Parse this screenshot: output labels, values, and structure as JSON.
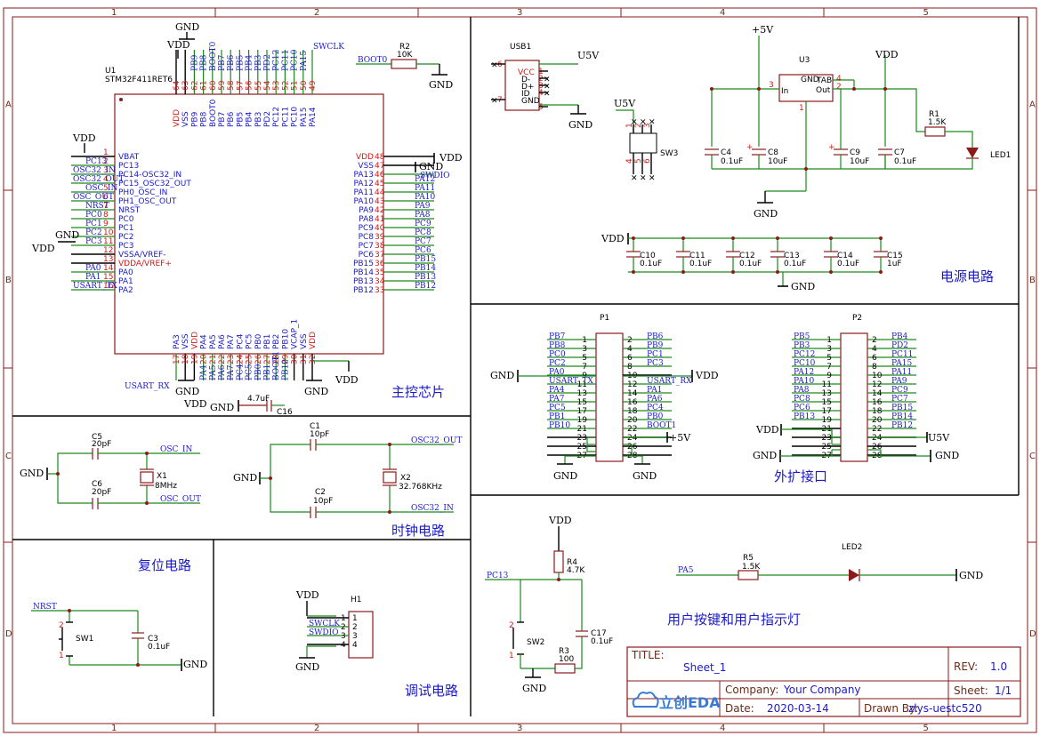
{
  "frame": {
    "cols": [
      "1",
      "2",
      "3",
      "4",
      "5"
    ],
    "rows": [
      "A",
      "B",
      "C",
      "D"
    ]
  },
  "power": {
    "gnd": "GND",
    "vdd": "VDD",
    "u5v": "U5V",
    "p5v": "+5V"
  },
  "blocks": {
    "mcu": "主控芯片",
    "power": "电源电路",
    "clock": "时钟电路",
    "expansion": "外扩接口",
    "reset": "复位电路",
    "debug": "调试电路",
    "user": "用户按键和用户指示灯"
  },
  "u1": {
    "ref": "U1",
    "part": "STM32F411RET6",
    "left_pins": [
      {
        "num": "1",
        "name": "VBAT",
        "net": "",
        "red": false
      },
      {
        "num": "2",
        "name": "PC13",
        "net": "PC13",
        "red": false
      },
      {
        "num": "3",
        "name": "PC14-OSC32_IN",
        "net": "OSC32_IN",
        "red": false
      },
      {
        "num": "4",
        "name": "PC15_OSC32_OUT",
        "net": "OSC32_OUT",
        "red": false
      },
      {
        "num": "5",
        "name": "PH0_OSC_IN",
        "net": "OSC_IN",
        "red": false
      },
      {
        "num": "6",
        "name": "PH1_OSC_OUT",
        "net": "OSC_OUT",
        "red": false
      },
      {
        "num": "7",
        "name": "NRST",
        "net": "NRST",
        "red": false
      },
      {
        "num": "8",
        "name": "PC0",
        "net": "PC0",
        "red": false
      },
      {
        "num": "9",
        "name": "PC1",
        "net": "PC1",
        "red": false
      },
      {
        "num": "10",
        "name": "PC2",
        "net": "PC2",
        "red": false
      },
      {
        "num": "11",
        "name": "PC3",
        "net": "PC3",
        "red": false
      },
      {
        "num": "12",
        "name": "VSSA/VREF-",
        "net": "",
        "red": false
      },
      {
        "num": "13",
        "name": "VDDA/VREF+",
        "net": "",
        "red": true
      },
      {
        "num": "14",
        "name": "PA0",
        "net": "PA0",
        "red": false
      },
      {
        "num": "15",
        "name": "PA1",
        "net": "PA1",
        "red": false
      },
      {
        "num": "16",
        "name": "PA2",
        "net": "USART_TX",
        "red": false
      }
    ],
    "right_pins": [
      {
        "num": "48",
        "name": "VDD",
        "net": "",
        "red": true
      },
      {
        "num": "47",
        "name": "VSS",
        "net": "",
        "red": false
      },
      {
        "num": "46",
        "name": "PA13",
        "net": "SWDIO",
        "red": false
      },
      {
        "num": "45",
        "name": "PA12",
        "net": "PA12",
        "red": false
      },
      {
        "num": "44",
        "name": "PA11",
        "net": "PA11",
        "red": false
      },
      {
        "num": "43",
        "name": "PA10",
        "net": "PA10",
        "red": false
      },
      {
        "num": "42",
        "name": "PA9",
        "net": "PA9",
        "red": false
      },
      {
        "num": "41",
        "name": "PA8",
        "net": "PA8",
        "red": false
      },
      {
        "num": "40",
        "name": "PC9",
        "net": "PC9",
        "red": false
      },
      {
        "num": "39",
        "name": "PC8",
        "net": "PC8",
        "red": false
      },
      {
        "num": "38",
        "name": "PC7",
        "net": "PC7",
        "red": false
      },
      {
        "num": "37",
        "name": "PC6",
        "net": "PC6",
        "red": false
      },
      {
        "num": "36",
        "name": "PB15",
        "net": "PB15",
        "red": false
      },
      {
        "num": "35",
        "name": "PB14",
        "net": "PB14",
        "red": false
      },
      {
        "num": "34",
        "name": "PB13",
        "net": "PB13",
        "red": false
      },
      {
        "num": "33",
        "name": "PB12",
        "net": "PB12",
        "red": false
      }
    ],
    "top_pins": [
      {
        "num": "64",
        "name": "VDD",
        "net": "",
        "red": true
      },
      {
        "num": "63",
        "name": "VSS",
        "net": "",
        "red": false
      },
      {
        "num": "62",
        "name": "PB9",
        "net": "PB9",
        "red": false
      },
      {
        "num": "61",
        "name": "PB8",
        "net": "PB8",
        "red": false
      },
      {
        "num": "60",
        "name": "BOOT0",
        "net": "BOOT0",
        "red": false
      },
      {
        "num": "59",
        "name": "PB7",
        "net": "PB7",
        "red": false
      },
      {
        "num": "58",
        "name": "PB6",
        "net": "PB6",
        "red": false
      },
      {
        "num": "57",
        "name": "PB5",
        "net": "PB5",
        "red": false
      },
      {
        "num": "56",
        "name": "PB4",
        "net": "PB4",
        "red": false
      },
      {
        "num": "55",
        "name": "PB3",
        "net": "PB3",
        "red": false
      },
      {
        "num": "54",
        "name": "PD2",
        "net": "PD2",
        "red": false
      },
      {
        "num": "53",
        "name": "PC12",
        "net": "PC12",
        "red": false
      },
      {
        "num": "52",
        "name": "PC11",
        "net": "PC11",
        "red": false
      },
      {
        "num": "51",
        "name": "PC10",
        "net": "PC10",
        "red": false
      },
      {
        "num": "50",
        "name": "PA15",
        "net": "PA15",
        "red": false
      },
      {
        "num": "49",
        "name": "PA14",
        "net": "SWCLK",
        "red": false
      }
    ],
    "bottom_pins": [
      {
        "num": "17",
        "name": "PA3",
        "net": "USART_RX",
        "red": false
      },
      {
        "num": "18",
        "name": "VSS",
        "net": "",
        "red": false
      },
      {
        "num": "19",
        "name": "VDD",
        "net": "",
        "red": true
      },
      {
        "num": "20",
        "name": "PA4",
        "net": "PA4",
        "red": false
      },
      {
        "num": "21",
        "name": "PA5",
        "net": "PA5",
        "red": false
      },
      {
        "num": "22",
        "name": "PA6",
        "net": "PA6",
        "red": false
      },
      {
        "num": "23",
        "name": "PA7",
        "net": "PA7",
        "red": false
      },
      {
        "num": "24",
        "name": "PC4",
        "net": "PC4",
        "red": false
      },
      {
        "num": "25",
        "name": "PC5",
        "net": "PC5",
        "red": false
      },
      {
        "num": "26",
        "name": "PB0",
        "net": "PB0",
        "red": false
      },
      {
        "num": "27",
        "name": "PB1",
        "net": "PB1",
        "red": false
      },
      {
        "num": "28",
        "name": "PB2",
        "net": "BOOT1",
        "red": false
      },
      {
        "num": "29",
        "name": "PB10",
        "net": "PB10",
        "red": false
      },
      {
        "num": "30",
        "name": "VCAP_1",
        "net": "",
        "red": false
      },
      {
        "num": "31",
        "name": "VSS",
        "net": "",
        "red": false
      },
      {
        "num": "32",
        "name": "VDD",
        "net": "",
        "red": true
      }
    ],
    "c16": {
      "ref": "C16",
      "value": "4.7uF"
    },
    "boot0": {
      "net": "BOOT0",
      "ref": "R2",
      "value": "10K"
    }
  },
  "power_section": {
    "usb": {
      "ref": "USB1",
      "pins": [
        {
          "num": "6",
          "name": ""
        },
        {
          "num": "1",
          "name": "VCC"
        },
        {
          "num": "2",
          "name": "D-"
        },
        {
          "num": "3",
          "name": "D+"
        },
        {
          "num": "4",
          "name": "ID"
        },
        {
          "num": "7",
          "name": "GND"
        },
        {
          "num": "5",
          "name": ""
        }
      ],
      "net": "U5V"
    },
    "sw3": {
      "ref": "SW3",
      "net": "U5V",
      "pins": [
        "1",
        "2",
        "3",
        "4",
        "5",
        "6"
      ]
    },
    "u3": {
      "ref": "U3",
      "in_label": "In",
      "gnd_label": "GND",
      "tab_label": "TAB",
      "out_label": "Out",
      "pin_in": "3",
      "pin_gnd": "1",
      "pin_tab": "4",
      "pin_out": "2"
    },
    "caps": [
      {
        "ref": "C4",
        "value": "0.1uF"
      },
      {
        "ref": "C8",
        "value": "10uF"
      },
      {
        "ref": "C9",
        "value": "10uF"
      },
      {
        "ref": "C7",
        "value": "0.1uF"
      }
    ],
    "r1": {
      "ref": "R1",
      "value": "1.5K"
    },
    "led1": {
      "ref": "LED1"
    },
    "decoupling": [
      {
        "ref": "C10",
        "value": "0.1uF"
      },
      {
        "ref": "C11",
        "value": "0.1uF"
      },
      {
        "ref": "C12",
        "value": "0.1uF"
      },
      {
        "ref": "C13",
        "value": "0.1uF"
      },
      {
        "ref": "C14",
        "value": "0.1uF"
      },
      {
        "ref": "C15",
        "value": "1uF"
      }
    ]
  },
  "clock": {
    "c5": {
      "ref": "C5",
      "value": "20pF"
    },
    "c6": {
      "ref": "C6",
      "value": "20pF"
    },
    "x1": {
      "ref": "X1",
      "value": "8MHz"
    },
    "osc_in": "OSC_IN",
    "osc_out": "OSC_OUT",
    "c1": {
      "ref": "C1",
      "value": "10pF"
    },
    "c2": {
      "ref": "C2",
      "value": "10pF"
    },
    "x2": {
      "ref": "X2",
      "value": "32.768KHz"
    },
    "osc32_out": "OSC32_OUT",
    "osc32_in": "OSC32_IN"
  },
  "p1": {
    "ref": "P1",
    "left": [
      {
        "num": "1",
        "net": "PB7"
      },
      {
        "num": "3",
        "net": "PB8"
      },
      {
        "num": "5",
        "net": "PC0"
      },
      {
        "num": "7",
        "net": "PC2"
      },
      {
        "num": "9",
        "net": "PA0"
      },
      {
        "num": "11",
        "net": "USART_TX"
      },
      {
        "num": "13",
        "net": "PA4"
      },
      {
        "num": "15",
        "net": "PA7"
      },
      {
        "num": "17",
        "net": "PC5"
      },
      {
        "num": "19",
        "net": "PB1"
      },
      {
        "num": "21",
        "net": "PB10"
      },
      {
        "num": "23",
        "net": ""
      },
      {
        "num": "25",
        "net": ""
      },
      {
        "num": "27",
        "net": ""
      }
    ],
    "right": [
      {
        "num": "2",
        "net": "PB6"
      },
      {
        "num": "4",
        "net": "PB9"
      },
      {
        "num": "6",
        "net": "PC1"
      },
      {
        "num": "8",
        "net": "PC3"
      },
      {
        "num": "10",
        "net": ""
      },
      {
        "num": "12",
        "net": "USART_RX"
      },
      {
        "num": "14",
        "net": "PA1"
      },
      {
        "num": "16",
        "net": "PA6"
      },
      {
        "num": "18",
        "net": "PC4"
      },
      {
        "num": "20",
        "net": "PB0"
      },
      {
        "num": "22",
        "net": "BOOT1"
      },
      {
        "num": "24",
        "net": ""
      },
      {
        "num": "26",
        "net": ""
      },
      {
        "num": "28",
        "net": ""
      }
    ]
  },
  "p2": {
    "ref": "P2",
    "left": [
      {
        "num": "1",
        "net": "PB5"
      },
      {
        "num": "3",
        "net": "PB3"
      },
      {
        "num": "5",
        "net": "PC12"
      },
      {
        "num": "7",
        "net": "PC10"
      },
      {
        "num": "9",
        "net": "PA12"
      },
      {
        "num": "11",
        "net": "PA10"
      },
      {
        "num": "13",
        "net": "PA8"
      },
      {
        "num": "15",
        "net": "PC8"
      },
      {
        "num": "17",
        "net": "PC6"
      },
      {
        "num": "19",
        "net": "PB13"
      },
      {
        "num": "21",
        "net": ""
      },
      {
        "num": "23",
        "net": ""
      },
      {
        "num": "25",
        "net": ""
      },
      {
        "num": "27",
        "net": ""
      }
    ],
    "right": [
      {
        "num": "2",
        "net": "PB4"
      },
      {
        "num": "4",
        "net": "PD2"
      },
      {
        "num": "6",
        "net": "PC11"
      },
      {
        "num": "8",
        "net": "PA15"
      },
      {
        "num": "10",
        "net": "PA11"
      },
      {
        "num": "12",
        "net": "PA9"
      },
      {
        "num": "14",
        "net": "PC9"
      },
      {
        "num": "16",
        "net": "PC7"
      },
      {
        "num": "18",
        "net": "PB15"
      },
      {
        "num": "20",
        "net": "PB14"
      },
      {
        "num": "22",
        "net": "PB12"
      },
      {
        "num": "24",
        "net": ""
      },
      {
        "num": "26",
        "net": ""
      },
      {
        "num": "28",
        "net": ""
      }
    ]
  },
  "reset": {
    "net": "NRST",
    "sw": "SW1",
    "cap": {
      "ref": "C3",
      "value": "0.1uF"
    },
    "pins": [
      "2",
      "1"
    ]
  },
  "debug": {
    "ref": "H1",
    "pins": [
      {
        "num": "1",
        "net": ""
      },
      {
        "num": "2",
        "net": "SWCLK"
      },
      {
        "num": "3",
        "net": "SWDIO"
      },
      {
        "num": "4",
        "net": ""
      }
    ]
  },
  "user": {
    "net_pc13": "PC13",
    "r4": {
      "ref": "R4",
      "value": "4.7K"
    },
    "sw2": "SW2",
    "sw_pins": [
      "2",
      "1"
    ],
    "c17": {
      "ref": "C17",
      "value": "0.1uF"
    },
    "r3": {
      "ref": "R3",
      "value": "100"
    },
    "net_pa5": "PA5",
    "r5": {
      "ref": "R5",
      "value": "1.5K"
    },
    "led2": "LED2"
  },
  "titleblock": {
    "title_label": "TITLE:",
    "title": "Sheet_1",
    "rev_label": "REV:",
    "rev": "1.0",
    "company_label": "Company:",
    "company": "Your Company",
    "sheet_label": "Sheet:",
    "sheet": "1/1",
    "date_label": "Date:",
    "date": "2020-03-14",
    "drawn_label": "Drawn By:",
    "drawn": "zlys-uestc520",
    "logo_text": "立创EDA"
  }
}
